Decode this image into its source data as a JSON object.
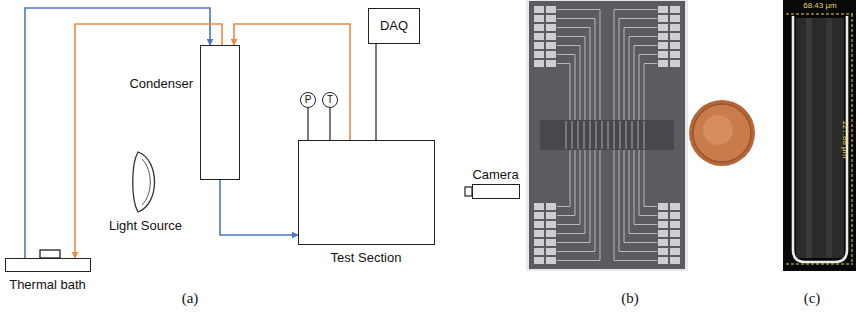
{
  "diagram": {
    "nodes": [
      {
        "text": [
          "Condenser"
        ]
      },
      {
        "text": [
          "P"
        ]
      },
      {
        "text": [
          "T"
        ]
      },
      {
        "text": [
          "DAQ"
        ]
      },
      {
        "text": [
          "Thermal bath"
        ]
      },
      {
        "text": [
          "Light Source"
        ]
      },
      {
        "text": [
          "Test Section"
        ]
      },
      {
        "text": [
          "Camera"
        ]
      }
    ],
    "edges": [
      {
        "from": 4,
        "to": 0,
        "arrow": "to"
      },
      {
        "from": 0,
        "to": 4,
        "arrow": "to"
      },
      {
        "from": 6,
        "to": 0,
        "arrow": "to"
      },
      {
        "from": 0,
        "to": 6,
        "arrow": "to"
      },
      {
        "from": 3,
        "to": 6,
        "arrow": "none"
      },
      {
        "from": 1,
        "to": 6,
        "arrow": "none"
      },
      {
        "from": 2,
        "to": 6,
        "arrow": "none"
      }
    ],
    "labels": [
      "(a)",
      "(b)",
      "(c)",
      "68.43 μm",
      "127.88 μm"
    ]
  }
}
